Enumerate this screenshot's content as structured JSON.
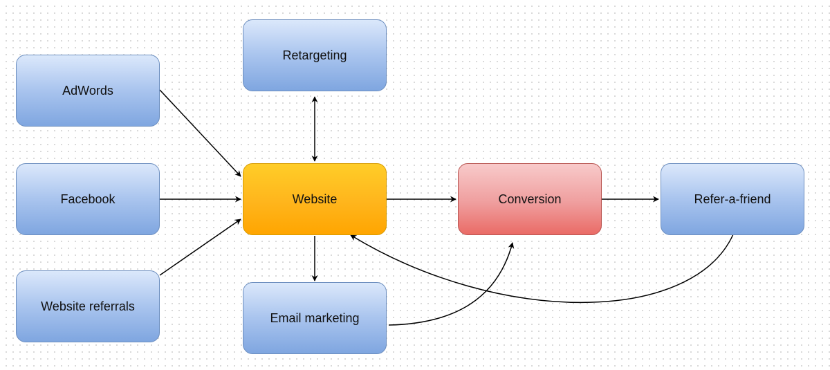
{
  "diagram": {
    "nodes": {
      "adwords": "AdWords",
      "facebook": "Facebook",
      "website_referrals": "Website referrals",
      "retargeting": "Retargeting",
      "website": "Website",
      "email_marketing": "Email marketing",
      "conversion": "Conversion",
      "refer_a_friend": "Refer-a-friend"
    },
    "edges": [
      {
        "from": "adwords",
        "to": "website",
        "style": "straight"
      },
      {
        "from": "facebook",
        "to": "website",
        "style": "straight"
      },
      {
        "from": "website_referrals",
        "to": "website",
        "style": "straight"
      },
      {
        "from": "website",
        "to": "retargeting",
        "style": "bidirectional"
      },
      {
        "from": "website",
        "to": "email_marketing",
        "style": "straight"
      },
      {
        "from": "website",
        "to": "conversion",
        "style": "straight"
      },
      {
        "from": "conversion",
        "to": "refer_a_friend",
        "style": "straight"
      },
      {
        "from": "email_marketing",
        "to": "conversion",
        "style": "curved"
      },
      {
        "from": "refer_a_friend",
        "to": "website",
        "style": "curved"
      }
    ],
    "colors": {
      "source_fill": "#a9c4ee",
      "source_border": "#6c8ebf",
      "website_fill": "#ffb51c",
      "website_border": "#d79b00",
      "conversion_fill": "#ef9e9e",
      "conversion_border": "#b85450",
      "edge": "#000000"
    }
  }
}
